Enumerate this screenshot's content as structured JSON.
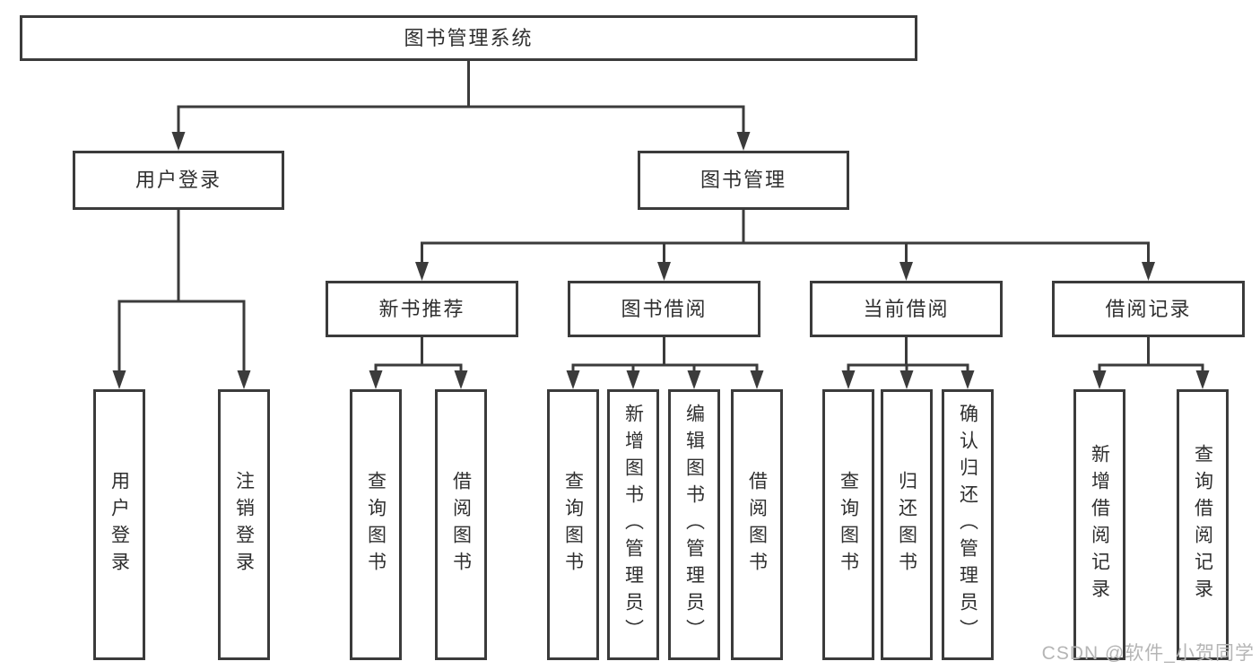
{
  "tree": {
    "root": {
      "label": "图书管理系统",
      "children": [
        {
          "label": "用户登录",
          "children": [
            {
              "label": "用户登录"
            },
            {
              "label": "注销登录"
            }
          ]
        },
        {
          "label": "图书管理",
          "children": [
            {
              "label": "新书推荐",
              "children": [
                {
                  "label": "查询图书"
                },
                {
                  "label": "借阅图书"
                }
              ]
            },
            {
              "label": "图书借阅",
              "children": [
                {
                  "label": "查询图书"
                },
                {
                  "label": "新增图书（管理员）"
                },
                {
                  "label": "编辑图书（管理员）"
                },
                {
                  "label": "借阅图书"
                }
              ]
            },
            {
              "label": "当前借阅",
              "children": [
                {
                  "label": "查询图书"
                },
                {
                  "label": "归还图书"
                },
                {
                  "label": "确认归还（管理员）"
                }
              ]
            },
            {
              "label": "借阅记录",
              "children": [
                {
                  "label": "新增借阅记录"
                },
                {
                  "label": "查询借阅记录"
                }
              ]
            }
          ]
        }
      ]
    }
  },
  "watermark": {
    "text": "CSDN @软件_小贺同学"
  },
  "colors": {
    "line": "#3b3b3b",
    "box_border": "#3b3b3b",
    "box_fill": "#ffffff",
    "text": "#2f2f2f",
    "watermark": "#b5b5b5",
    "background": "#ffffff"
  }
}
